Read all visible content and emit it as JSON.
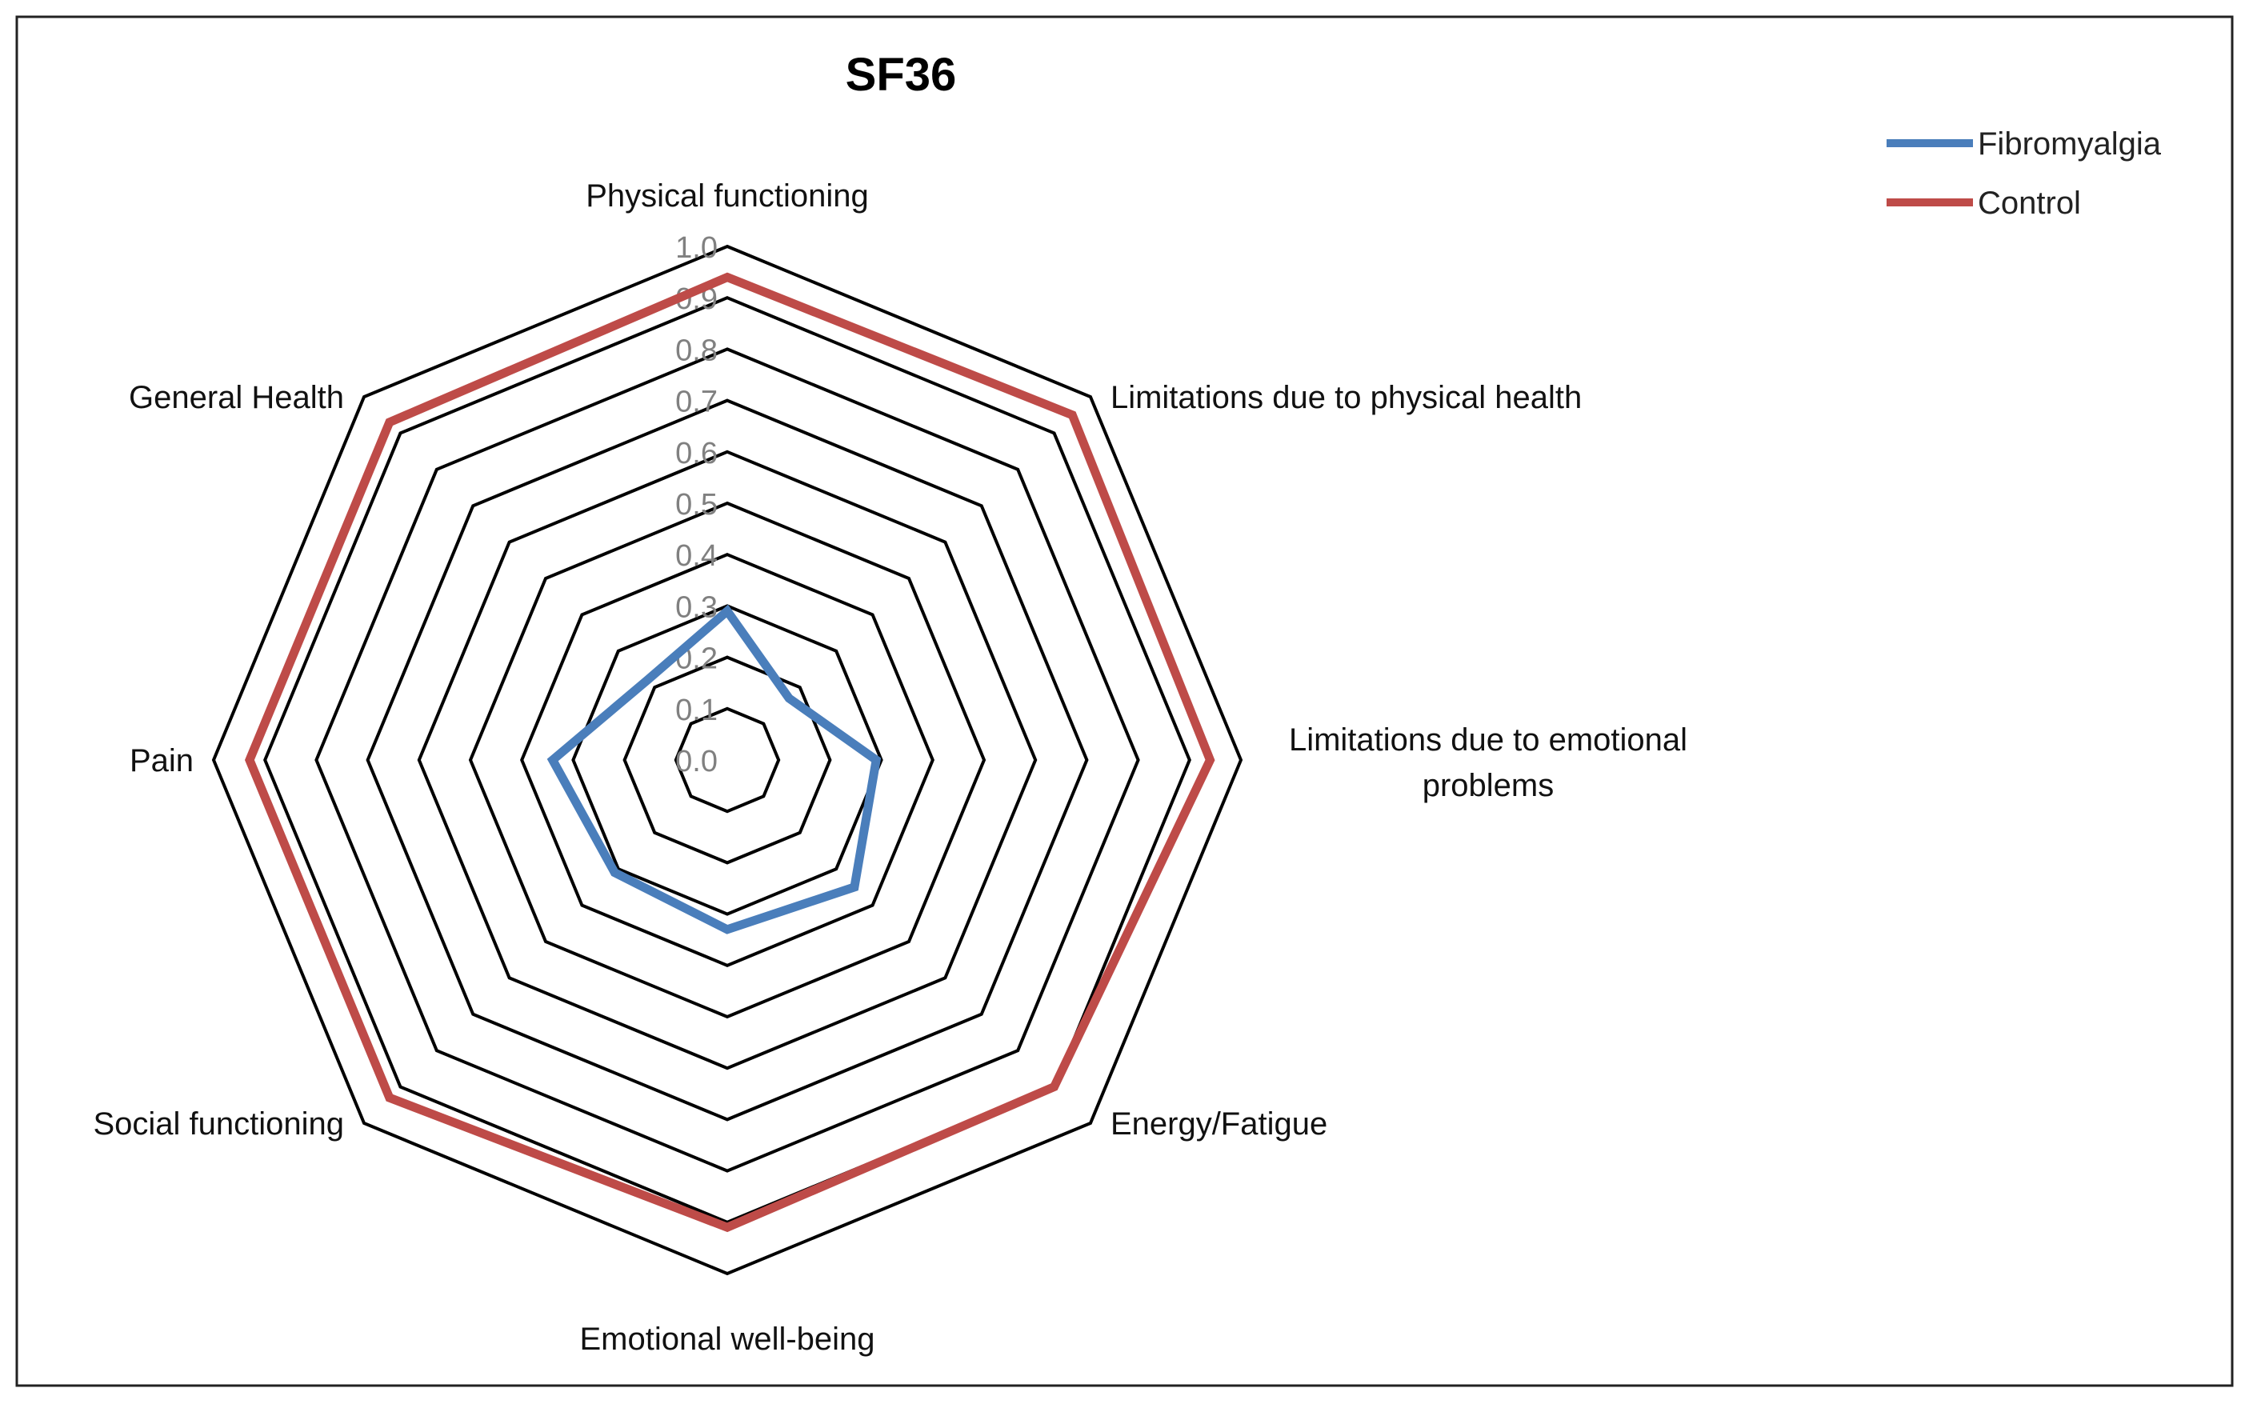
{
  "chart_data": {
    "type": "radar",
    "title": "SF36",
    "categories": [
      "Physical functioning",
      "Limitations due to physical health",
      "Limitations due to emotional problems",
      "Energy/Fatigue",
      "Emotional well-being",
      "Social functioning",
      "Pain",
      "General Health"
    ],
    "category_lines": [
      [
        "Physical functioning"
      ],
      [
        "Limitations due to physical health"
      ],
      [
        "Limitations due to emotional",
        "problems"
      ],
      [
        "Energy/Fatigue"
      ],
      [
        "Emotional well-being"
      ],
      [
        "Social functioning"
      ],
      [
        "Pain"
      ],
      [
        "General Health"
      ]
    ],
    "rlim": [
      0,
      1.0
    ],
    "ticks": [
      "0.0",
      "0.1",
      "0.2",
      "0.3",
      "0.4",
      "0.5",
      "0.6",
      "0.7",
      "0.8",
      "0.9",
      "1.0"
    ],
    "grid": true,
    "legend_position": "top-right",
    "series": [
      {
        "name": "Fibromyalgia",
        "color": "#4a7ebb",
        "values": [
          0.29,
          0.17,
          0.29,
          0.35,
          0.33,
          0.31,
          0.34,
          0.22
        ]
      },
      {
        "name": "Control",
        "color": "#be4b48",
        "values": [
          0.94,
          0.95,
          0.94,
          0.9,
          0.91,
          0.93,
          0.93,
          0.93
        ]
      }
    ]
  }
}
